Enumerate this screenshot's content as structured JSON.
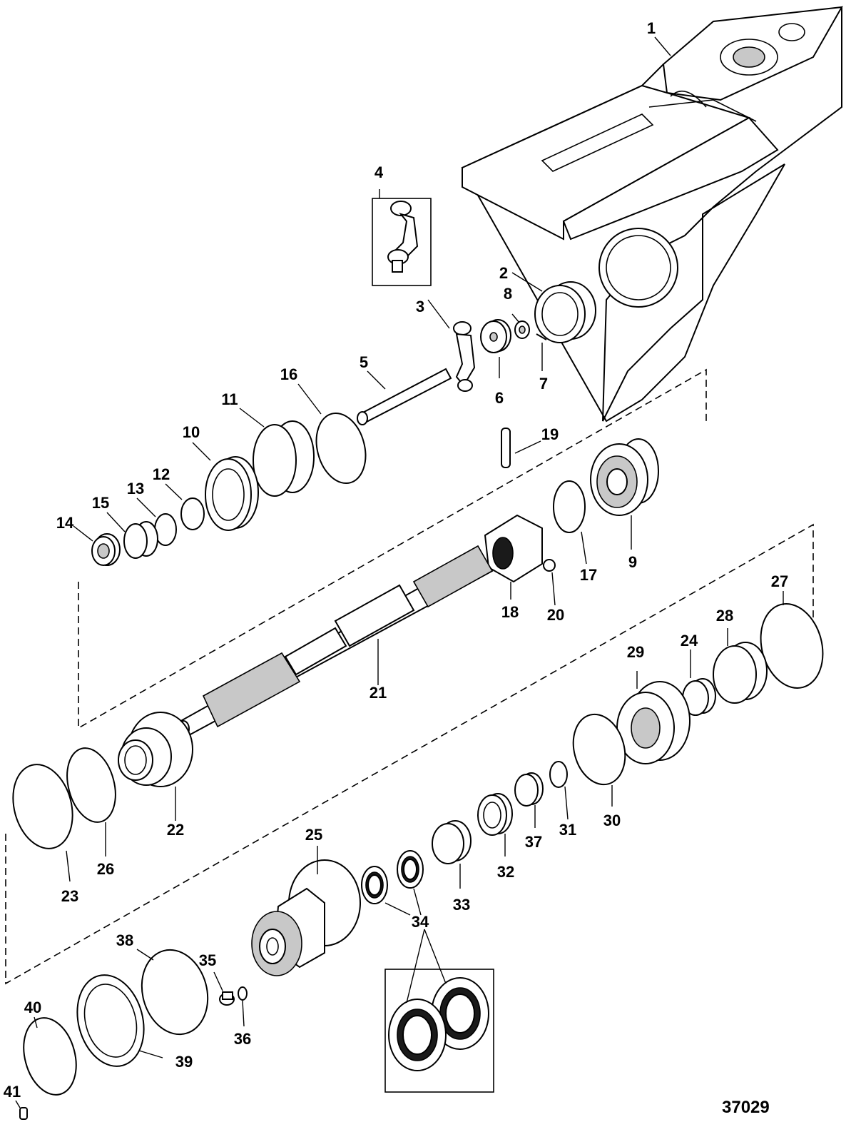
{
  "figure_number": "37029",
  "callouts": [
    "1",
    "2",
    "3",
    "4",
    "5",
    "6",
    "7",
    "8",
    "9",
    "10",
    "11",
    "12",
    "13",
    "14",
    "15",
    "16",
    "17",
    "18",
    "19",
    "20",
    "21",
    "22",
    "23",
    "24",
    "25",
    "26",
    "27",
    "28",
    "29",
    "30",
    "31",
    "32",
    "33",
    "34",
    "35",
    "36",
    "37",
    "38",
    "39",
    "40",
    "41"
  ],
  "icons": {
    "housing": "gear-housing-illustration",
    "shaft": "propeller-shaft-illustration",
    "detail_boxes": [
      "shift-crank-detail-box",
      "seal-pair-detail-box"
    ]
  }
}
